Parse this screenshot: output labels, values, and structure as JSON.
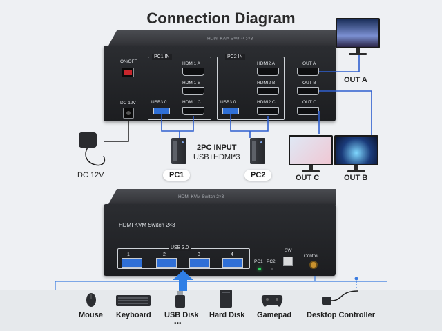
{
  "title": "Connection Diagram",
  "back_panel": {
    "brand_text": "HDMI KVM Switch 2×3",
    "power_label": "ON/OFF",
    "dc_label": "DC 12V",
    "pc1_group": "PC1 IN",
    "pc2_group": "PC2 IN",
    "pc1_ports": [
      "HDMI1 A",
      "HDMI1 B",
      "HDMI1 C"
    ],
    "pc2_ports": [
      "HDMI2 A",
      "HDMI2 B",
      "HDMI2 C"
    ],
    "outputs": [
      "OUT A",
      "OUT B",
      "OUT C"
    ],
    "usb_label": "USB3.0"
  },
  "front_panel": {
    "brand_text": "HDMI KVM Switch 2×3",
    "product_label": "HDMI KVM Switch 2×3",
    "usb_group": "USB 3.0",
    "usb_numbers": [
      "1",
      "2",
      "3",
      "4"
    ],
    "led_labels": [
      "PC1",
      "PC2"
    ],
    "sw_label": "SW",
    "control_label": "Control"
  },
  "labels": {
    "dc_adapter": "DC 12V",
    "pc1": "PC1",
    "pc2": "PC2",
    "input_line1": "2PC INPUT",
    "input_line2": "USB+HDMI*3",
    "out_a": "OUT A",
    "out_b": "OUT B",
    "out_c": "OUT C"
  },
  "peripherals": [
    {
      "label": "Mouse",
      "icon": "mouse-icon"
    },
    {
      "label": "Keyboard",
      "icon": "keyboard-icon"
    },
    {
      "label": "USB Disk",
      "icon": "usb-disk-icon"
    },
    {
      "label": "Hard Disk",
      "icon": "hard-disk-icon"
    },
    {
      "label": "Gamepad",
      "icon": "gamepad-icon"
    },
    {
      "label": "Desktop Controller",
      "icon": "desktop-controller-icon"
    }
  ],
  "more_indicator": "•••",
  "colors": {
    "cable": "#2f5fcf",
    "arrow": "#2f7fe6",
    "usb_blue": "#2f6fd6",
    "led_green": "#2bd35a",
    "power_red": "#c7262c"
  }
}
